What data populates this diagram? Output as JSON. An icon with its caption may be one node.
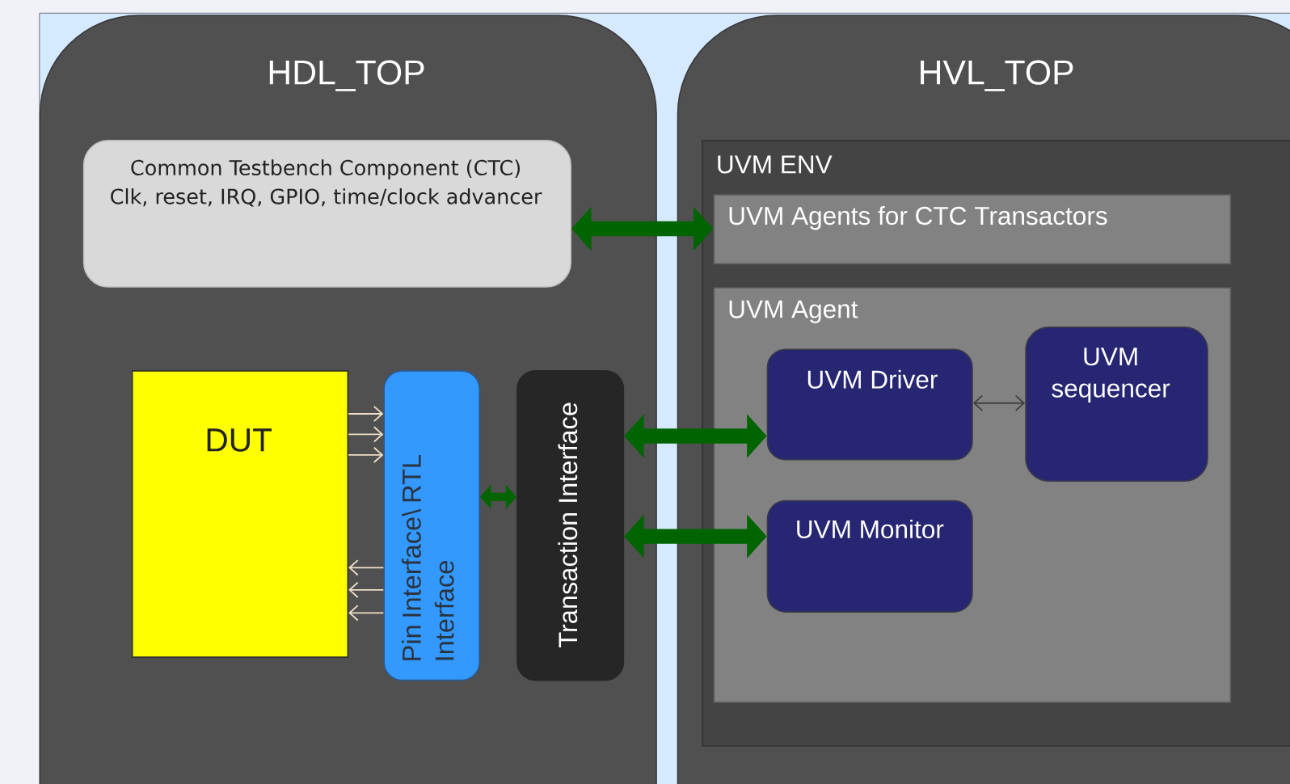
{
  "diagram": {
    "nodes": [
      {
        "text": [
          "HDL_TOP"
        ]
      },
      {
        "text": [
          "HVL_TOP"
        ]
      },
      {
        "text": [
          "Common Testbench Component (CTC)",
          "Clk, reset, IRQ, GPIO, time/clock advancer"
        ],
        "in": 0
      },
      {
        "text": [
          "DUT"
        ],
        "in": 0
      },
      {
        "text": [
          "Pin Interface\\ RTL Interface"
        ],
        "in": 0
      },
      {
        "text": [
          "Transaction Interface"
        ],
        "in": 0
      },
      {
        "text": [
          "UVM ENV"
        ],
        "in": 1
      },
      {
        "text": [
          "UVM Agents for CTC Transactors"
        ],
        "in": 6
      },
      {
        "text": [
          "UVM Agent"
        ],
        "in": 6
      },
      {
        "text": [
          "UVM Driver"
        ],
        "in": 8
      },
      {
        "text": [
          "UVM sequencer"
        ],
        "in": 8
      },
      {
        "text": [
          "UVM Monitor"
        ],
        "in": 8
      }
    ],
    "edges": [
      {
        "from": 2,
        "to": 7,
        "arrow": "both",
        "style": "thick",
        "color": "#006400"
      },
      {
        "from": 3,
        "to": 4,
        "arrow": "to"
      },
      {
        "from": 3,
        "to": 4,
        "arrow": "to"
      },
      {
        "from": 3,
        "to": 4,
        "arrow": "to"
      },
      {
        "from": 4,
        "to": 3,
        "arrow": "to"
      },
      {
        "from": 4,
        "to": 3,
        "arrow": "to"
      },
      {
        "from": 4,
        "to": 3,
        "arrow": "to"
      },
      {
        "from": 4,
        "to": 5,
        "arrow": "both",
        "style": "thick",
        "color": "#006400"
      },
      {
        "from": 5,
        "to": 9,
        "arrow": "both",
        "style": "thick",
        "color": "#006400"
      },
      {
        "from": 5,
        "to": 11,
        "arrow": "both",
        "style": "thick",
        "color": "#006400"
      },
      {
        "from": 9,
        "to": 10,
        "arrow": "both",
        "color": "#404040"
      }
    ]
  }
}
